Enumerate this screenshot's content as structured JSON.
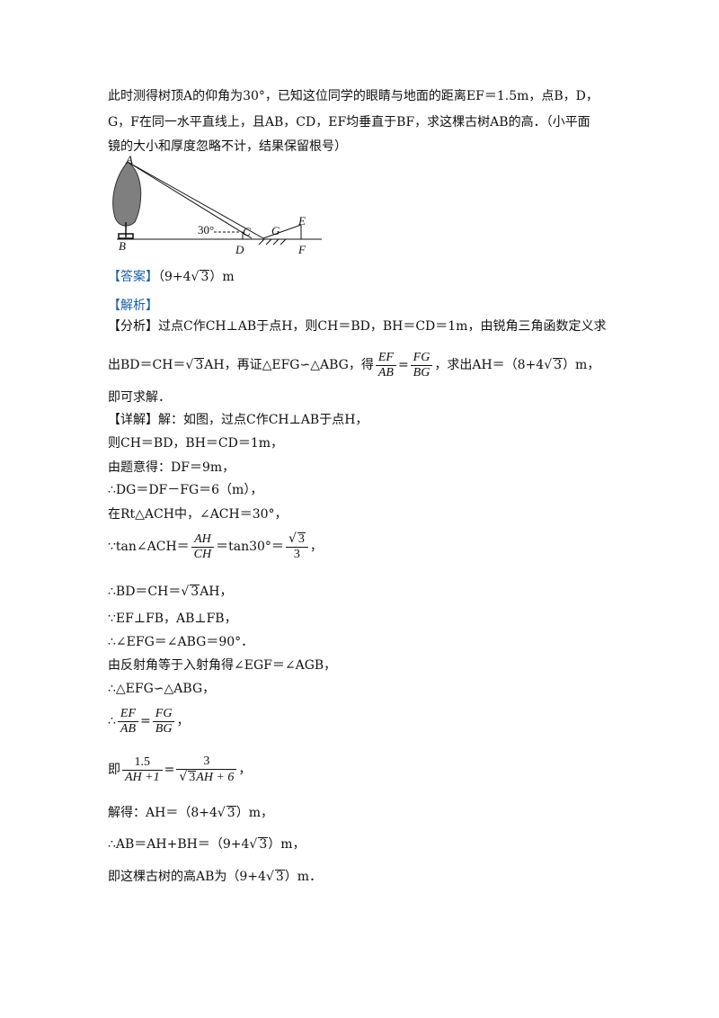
{
  "problem": {
    "line1": "此时测得树顶A的仰角为30°，已知这位同学的眼睛与地面的距离EF＝1.5m，点B，D，",
    "line2": "G，F在同一水平直线上，且AB，CD，EF均垂直于BF，求这棵古树AB的高．（小平面",
    "line3": "镜的大小和厚度忽略不计，结果保留根号）"
  },
  "figure": {
    "labels": {
      "A": "A",
      "B": "B",
      "C": "C",
      "D": "D",
      "E": "E",
      "F": "F",
      "G": "G"
    },
    "angle": "30°"
  },
  "answer": {
    "tag": "【答案】",
    "pre": "（9+4",
    "rad": "3",
    "post": "）m"
  },
  "analysis_tag": "【解析】",
  "fenxi": {
    "tag": "【分析】",
    "text1": "过点C作CH⊥AB于点H，则CH＝BD，BH＝CD＝1m，由锐角三角函数定义求",
    "text2a": "出BD＝CH＝",
    "text2b": "3",
    "text2c": "AH，再证△EFG∽△ABG，得",
    "frac_num1": "EF",
    "frac_den1": "AB",
    "eq": "=",
    "frac_num2": "FG",
    "frac_den2": "BG",
    "text2d": "，求出AH＝（8+4",
    "text2e": "3",
    "text2f": "）m，",
    "text3": "即可求解．"
  },
  "detail": {
    "tag": "【详解】",
    "l1": "解：如图，过点C作CH⊥AB于点H，",
    "l2": "则CH＝BD，BH＝CD＝1m，",
    "l3": "由题意得：DF＝9m，",
    "l4": "∴DG＝DF－FG＝6（m），",
    "l5": "在Rt△ACH中，∠ACH＝30°，",
    "l6a": "∵tan∠ACH＝",
    "l6num": "AH",
    "l6den": "CH",
    "l6b": "＝tan30°＝",
    "l6num2": "3",
    "l6den2": "3",
    "l6c": "，",
    "l7a": "∴BD＝CH＝",
    "l7rad": "3",
    "l7b": "AH，",
    "l8": "∵EF⊥FB，AB⊥FB，",
    "l9": "∴∠EFG＝∠ABG＝90°．",
    "l10": "由反射角等于入射角得∠EGF＝∠AGB，",
    "l11": "∴△EFG∽△ABG，",
    "l12a": "∴",
    "l12num1": "EF",
    "l12den1": "AB",
    "l12eq": "=",
    "l12num2": "FG",
    "l12den2": "BG",
    "l12b": "，",
    "l13a": "即",
    "l13num1": "1.5",
    "l13den1": "AH +1",
    "l13eq": "=",
    "l13num2": "3",
    "l13den2rad": "3",
    "l13den2post": "AH + 6",
    "l13b": "，",
    "l14a": "解得：AH＝（8+4",
    "l14rad": "3",
    "l14b": "）m，",
    "l15a": "∴AB＝AH+BH＝（9+4",
    "l15rad": "3",
    "l15b": "）m，",
    "l16a": "即这棵古树的高AB为（9+4",
    "l16rad": "3",
    "l16b": "）m．"
  }
}
